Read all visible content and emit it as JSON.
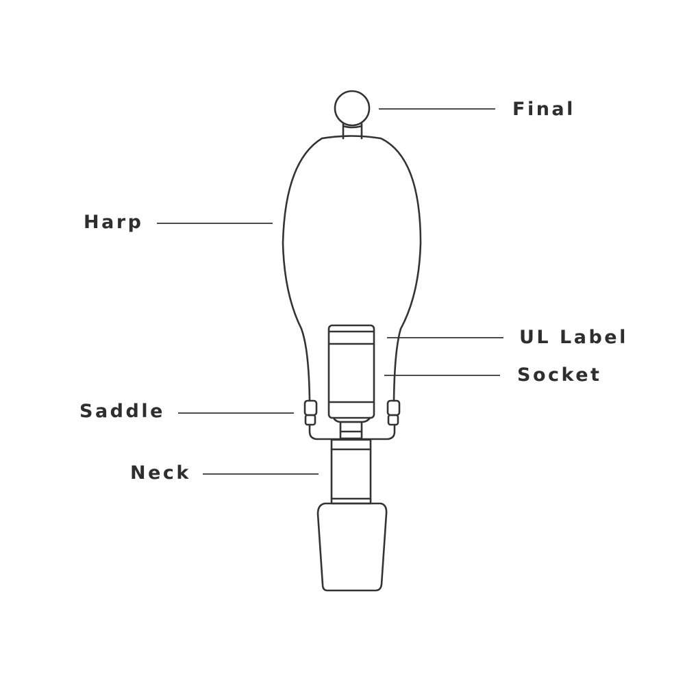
{
  "labels": {
    "final": "Final",
    "harp": "Harp",
    "ul_label": "UL Label",
    "socket": "Socket",
    "saddle": "Saddle",
    "neck": "Neck"
  },
  "colors": {
    "stroke": "#333333",
    "background": "#ffffff"
  }
}
